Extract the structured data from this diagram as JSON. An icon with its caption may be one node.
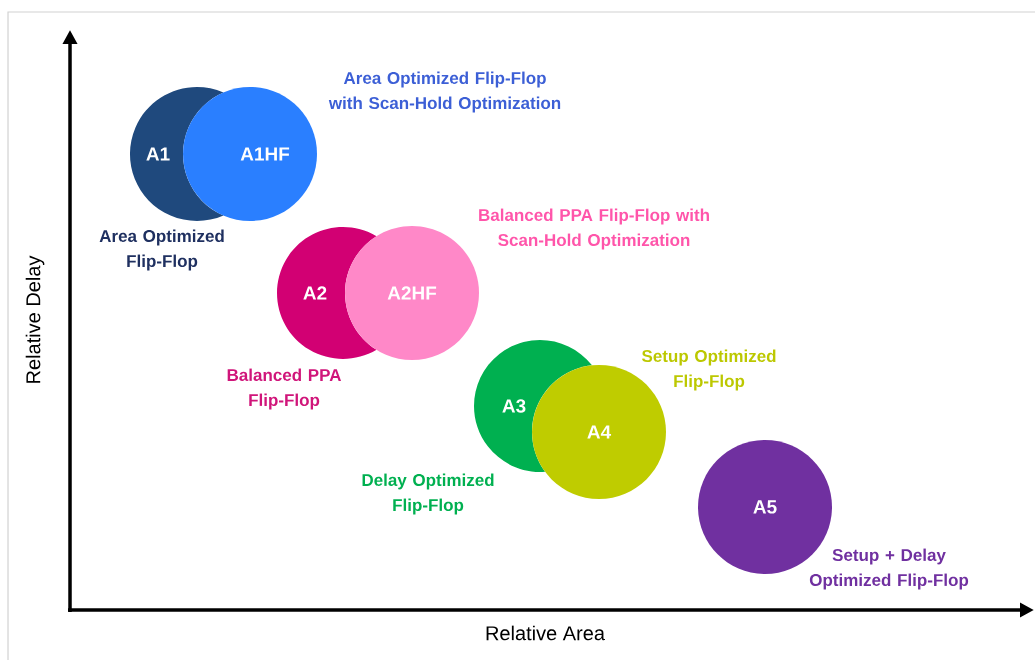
{
  "diagram": {
    "nodes": [
      {
        "text": [
          "A1"
        ],
        "beside": [
          "Area Optimized Flip-Flop"
        ]
      },
      {
        "text": [
          "A1HF"
        ],
        "beside": [
          "Area Optimized Flip-Flop with Scan-Hold Optimization"
        ]
      },
      {
        "text": [
          "A2"
        ],
        "beside": [
          "Balanced PPA Flip-Flop"
        ]
      },
      {
        "text": [
          "A2HF"
        ],
        "beside": [
          "Balanced PPA Flip-Flop with Scan-Hold Optimization"
        ]
      },
      {
        "text": [
          "A3"
        ],
        "beside": [
          "Delay Optimized Flip-Flop"
        ]
      },
      {
        "text": [
          "A4"
        ],
        "beside": [
          "Setup Optimized Flip-Flop"
        ]
      },
      {
        "text": [
          "A5"
        ],
        "beside": [
          "Setup + Delay Optimized Flip-Flop"
        ]
      }
    ],
    "labels": [
      "Relative Delay",
      "Relative Area"
    ]
  }
}
